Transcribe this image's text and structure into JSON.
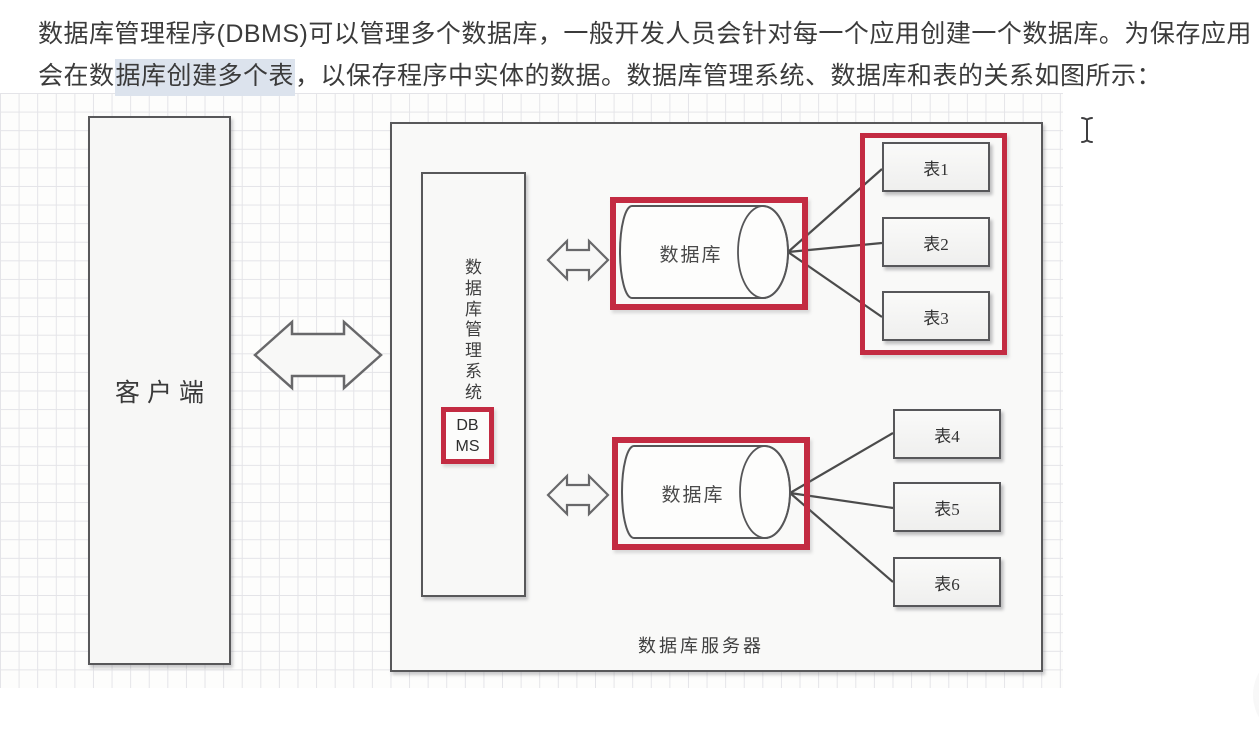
{
  "paragraph": {
    "line1": "数据库管理程序(DBMS)可以管理多个数据库，一般开发人员会针对每一个应用创建一个数据库。为保存应用",
    "line2_pre": "会在数",
    "line2_highlight": "据库创建多个表",
    "line2_post": "，以保存程序中实体的数据。数据库管理系统、数据库和表的关系如图所示："
  },
  "diagram": {
    "client_label": "客户端",
    "server_label": "数据库服务器",
    "dbms_chars": [
      "数",
      "据",
      "库",
      "管",
      "理",
      "系",
      "统"
    ],
    "dbms_abbr": [
      "DB",
      "MS"
    ],
    "database_top_label": "数据库",
    "database_bottom_label": "数据库",
    "tables": [
      "表1",
      "表2",
      "表3",
      "表4",
      "表5",
      "表6"
    ]
  },
  "colors": {
    "annotation_red": "#c32b42",
    "selection_highlight": "#dce3ed",
    "box_border": "#58585a",
    "connector_line": "#4b4b4b",
    "grid_line": "#e4e4e8"
  }
}
